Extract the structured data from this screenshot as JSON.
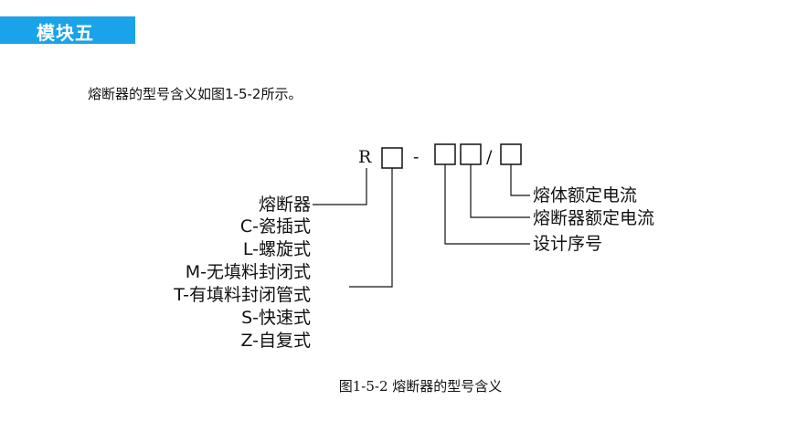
{
  "header": {
    "module_label": "模块五"
  },
  "intro_text": "熔断器的型号含义如图1-5-2所示。",
  "diagram": {
    "code_prefix": "R",
    "dash": "-",
    "slash": "/",
    "left_labels": {
      "category": "熔断器",
      "types": [
        "C-瓷插式",
        "L-螺旋式",
        "M-无填料封闭式",
        "T-有填料封闭管式",
        "S-快速式",
        "Z-自复式"
      ]
    },
    "right_labels": {
      "element_current": "熔体额定电流",
      "fuse_current": "熔断器额定电流",
      "design_no": "设计序号"
    }
  },
  "caption": "图1-5-2  熔断器的型号含义"
}
